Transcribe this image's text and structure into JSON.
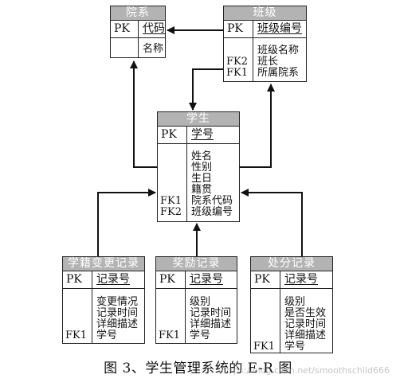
{
  "entities": {
    "department": {
      "title": "院系",
      "pk_label": "PK",
      "pk_field": "代码",
      "attrs": [
        "名称"
      ],
      "fks": []
    },
    "class": {
      "title": "班级",
      "pk_label": "PK",
      "pk_field": "班级编号",
      "attrs": [
        "班级名称",
        "班长",
        "所属院系"
      ],
      "fks": [
        "FK2",
        "FK1"
      ]
    },
    "student": {
      "title": "学生",
      "pk_label": "PK",
      "pk_field": "学号",
      "attrs": [
        "姓名",
        "性别",
        "生日",
        "籍贯",
        "院系代码",
        "班级编号"
      ],
      "fks": [
        "FK1",
        "FK2"
      ]
    },
    "change": {
      "title": "学籍变更记录",
      "pk_label": "PK",
      "pk_field": "记录号",
      "attrs": [
        "变更情况",
        "记录时间",
        "详细描述",
        "学号"
      ],
      "fks": [
        "FK1"
      ]
    },
    "reward": {
      "title": "奖励记录",
      "pk_label": "PK",
      "pk_field": "记录号",
      "attrs": [
        "级别",
        "记录时间",
        "详细描述",
        "学号"
      ],
      "fks": [
        "FK1"
      ]
    },
    "punish": {
      "title": "处分记录",
      "pk_label": "PK",
      "pk_field": "记录号",
      "attrs": [
        "级别",
        "是否生效",
        "记录时间",
        "详细描述",
        "学号"
      ],
      "fks": [
        "FK1"
      ]
    }
  },
  "caption": "图 3、学生管理系统的 E-R 图",
  "watermark": "https://blog.csdn.net/smoothschild666"
}
